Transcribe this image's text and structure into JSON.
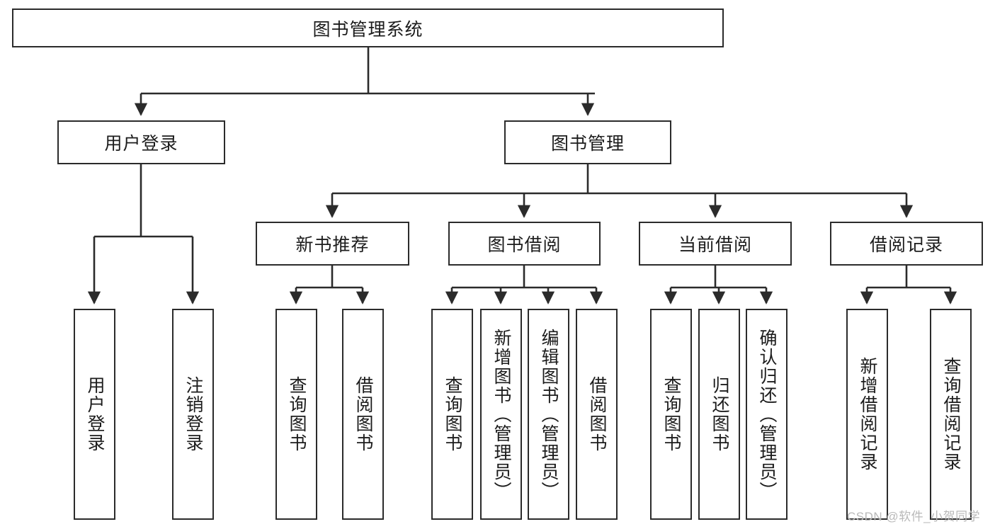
{
  "diagram": {
    "title": "图书管理系统",
    "type": "tree-hierarchy-diagram",
    "watermark": "CSDN @软件_小贺同学",
    "colors": {
      "box_border": "#2b2b2b",
      "box_fill": "#ffffff",
      "edge": "#2b2b2b",
      "text": "#1c1c1c",
      "watermark": "#b9b9b9",
      "background": "#ffffff"
    },
    "levels": {
      "root": {
        "label": "图书管理系统"
      },
      "level2": [
        {
          "id": "user-login",
          "label": "用户登录"
        },
        {
          "id": "book-manage",
          "label": "图书管理"
        }
      ],
      "level3": [
        {
          "id": "new-book-recommend",
          "label": "新书推荐"
        },
        {
          "id": "book-borrow",
          "label": "图书借阅"
        },
        {
          "id": "current-borrow",
          "label": "当前借阅"
        },
        {
          "id": "borrow-record",
          "label": "借阅记录"
        }
      ],
      "leaves": [
        {
          "id": "leaf-user-login",
          "parent": "user-login",
          "label": "用户登录"
        },
        {
          "id": "leaf-logout-login",
          "parent": "user-login",
          "label": "注销登录"
        },
        {
          "id": "leaf-query-book-1",
          "parent": "new-book-recommend",
          "label": "查询图书"
        },
        {
          "id": "leaf-borrow-book-1",
          "parent": "new-book-recommend",
          "label": "借阅图书"
        },
        {
          "id": "leaf-query-book-2",
          "parent": "book-borrow",
          "label": "查询图书"
        },
        {
          "id": "leaf-add-book-admin",
          "parent": "book-borrow",
          "label": "新增图书（管理员）"
        },
        {
          "id": "leaf-edit-book-admin",
          "parent": "book-borrow",
          "label": "编辑图书（管理员）"
        },
        {
          "id": "leaf-borrow-book-2",
          "parent": "book-borrow",
          "label": "借阅图书"
        },
        {
          "id": "leaf-query-book-3",
          "parent": "current-borrow",
          "label": "查询图书"
        },
        {
          "id": "leaf-return-book",
          "parent": "current-borrow",
          "label": "归还图书"
        },
        {
          "id": "leaf-confirm-return-admin",
          "parent": "current-borrow",
          "label": "确认归还（管理员）"
        },
        {
          "id": "leaf-add-borrow-record",
          "parent": "borrow-record",
          "label": "新增借阅记录"
        },
        {
          "id": "leaf-query-borrow-record",
          "parent": "borrow-record",
          "label": "查询借阅记录"
        }
      ]
    }
  }
}
